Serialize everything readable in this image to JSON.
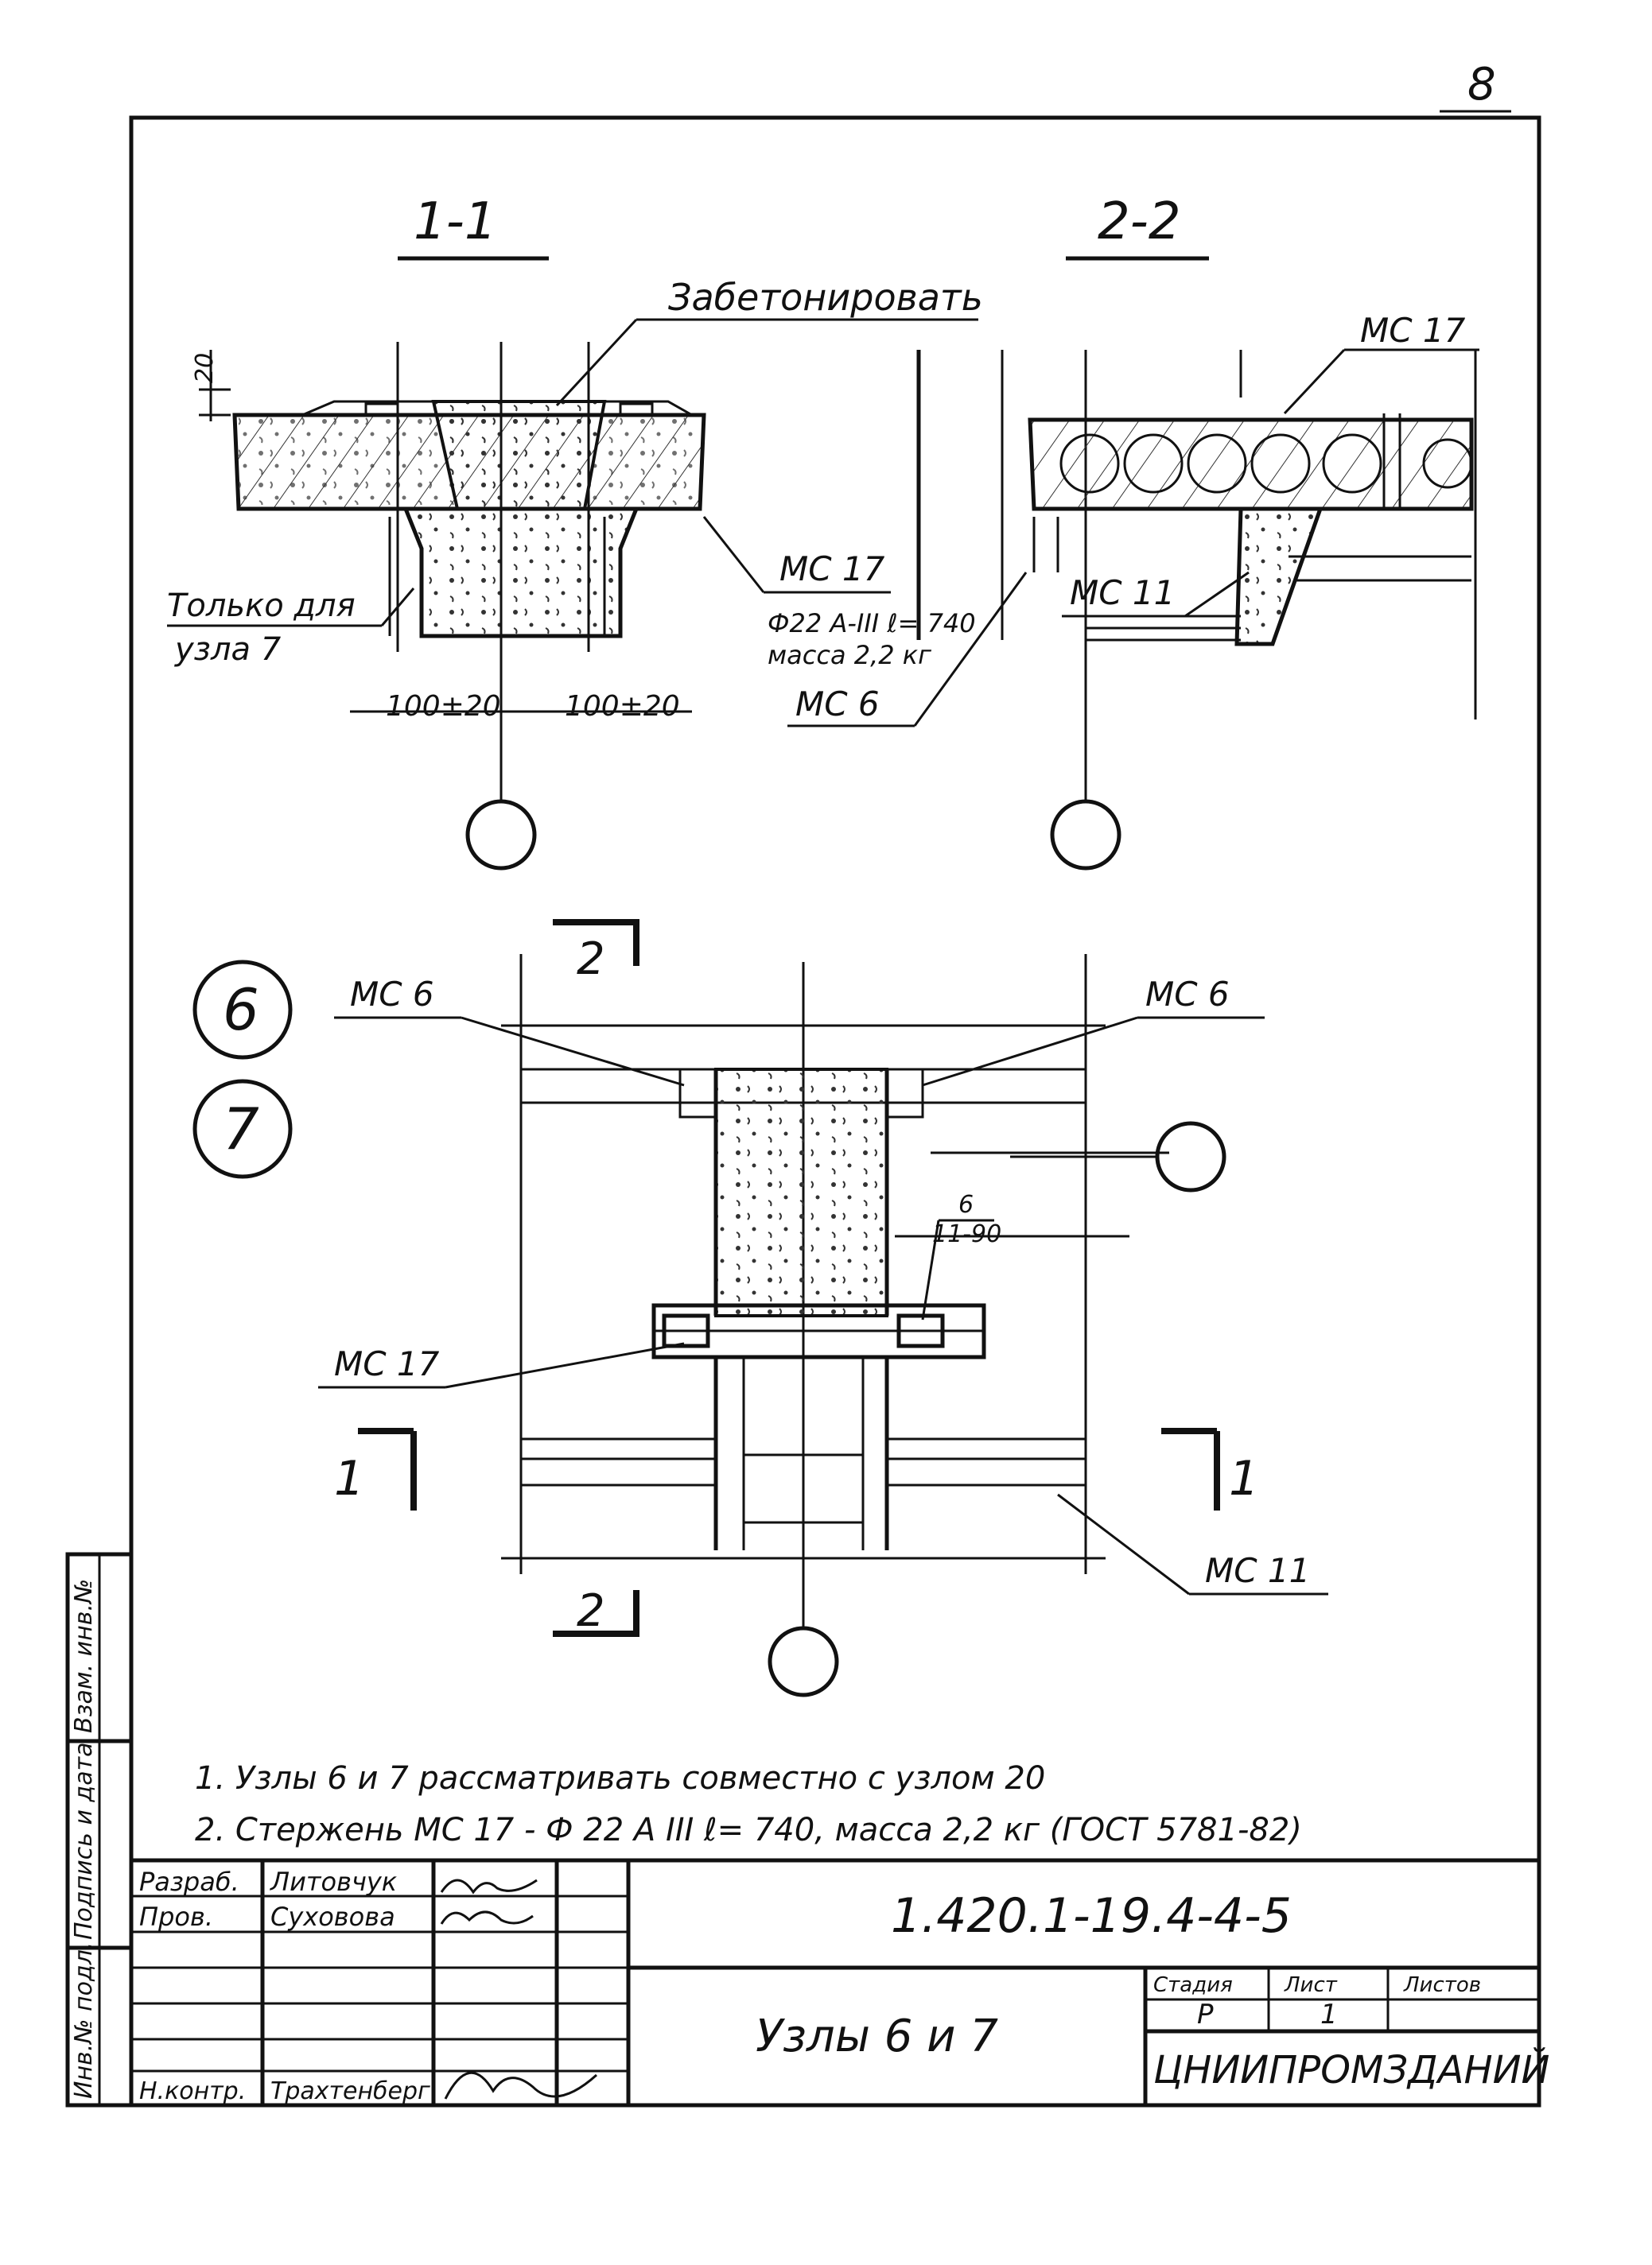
{
  "sheet_number": "8",
  "sections": {
    "sec11_title": "1-1",
    "sec22_title": "2-2",
    "zabetonirovat": "Забетонировать",
    "dim_20": "20",
    "only_for": "Только для",
    "node7": "узла 7",
    "mc17_a": "МС 17",
    "bar_spec": "Ф22 А-III  ℓ= 740",
    "mass": "масса  2,2 кг",
    "dim_left": "100±20",
    "dim_right": "100±20",
    "mc17_b": "МС 17",
    "mc11_a": "МС 11",
    "mc6_a": "МС 6"
  },
  "plan": {
    "node6": "6",
    "node7": "7",
    "mc6_left": "МС 6",
    "mc6_right": "МС 6",
    "frac_top": "6",
    "frac_bottom": "11-90",
    "mc17": "МС 17",
    "cut1_left": "1",
    "cut1_right": "1",
    "cut2_top": "2",
    "cut2_bottom": "2",
    "mc11": "МС 11"
  },
  "notes": [
    "1. Узлы 6 и 7 рассматривать  совместно  с узлом 20",
    "2. Стержень    МС 17  -  Ф 22 А III  ℓ= 740,  масса  2,2 кг (ГОСТ 5781-82)"
  ],
  "side_stamp": [
    "Инв.№ подл.",
    "Подпись и дата",
    "Взам. инв.№"
  ],
  "title_block": {
    "row1_role": "Разраб.",
    "row1_name": "Литовчук",
    "row2_role": "Пров.",
    "row2_name": "Суховова",
    "nkontr_role": "Н.контр.",
    "nkontr_name": "Трахтенберг",
    "doc_code": "1.420.1-19.4-4-5",
    "sheet_title": "Узлы 6 и 7",
    "stage_h": "Стадия",
    "sheet_h": "Лист",
    "sheets_h": "Листов",
    "stage": "Р",
    "sheet": "1",
    "org": "ЦНИИПРОМЗДАНИЙ"
  }
}
